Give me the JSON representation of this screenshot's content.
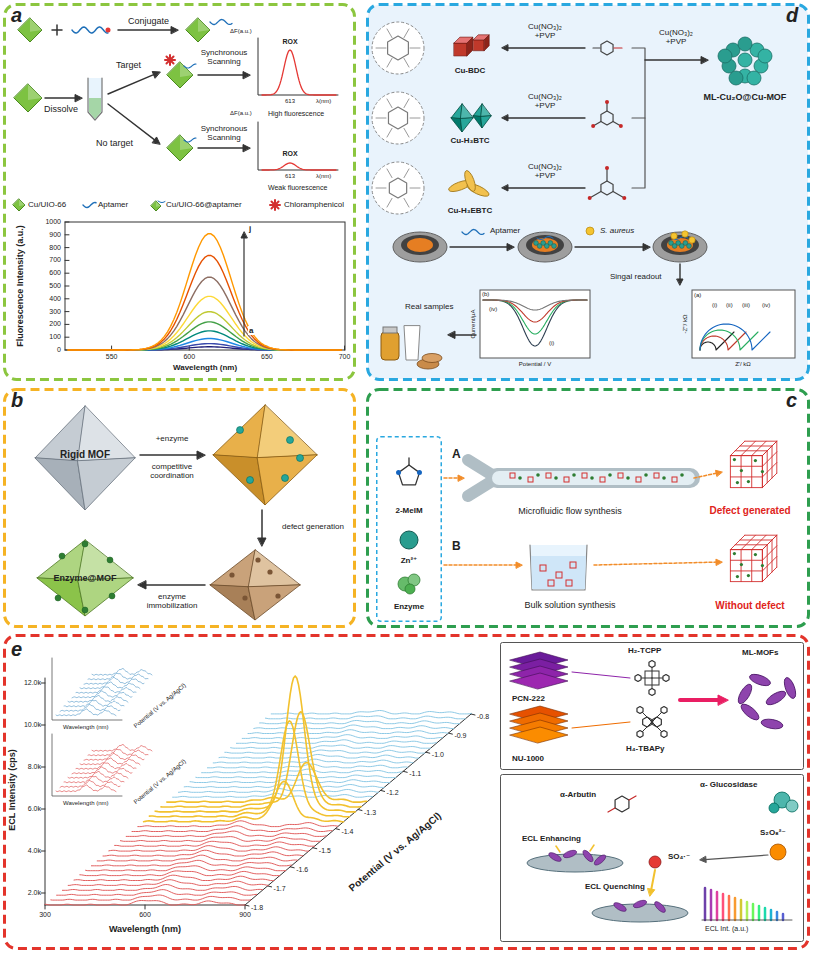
{
  "diagram": {
    "nodes": [
      {
        "text": [
          "a"
        ]
      },
      {
        "text": [
          "d"
        ]
      },
      {
        "text": [
          "b"
        ]
      },
      {
        "text": [
          "c"
        ]
      },
      {
        "text": [
          "2-MeIM",
          "Zn²⁺",
          "Enzyme"
        ],
        "in": 3
      },
      {
        "text": [
          "e"
        ]
      },
      {
        "text": [
          "PCN-222",
          "NU-1000",
          "H₂-TCPP",
          "H₄-TBAPy",
          "ML-MOFs"
        ],
        "in": 5
      },
      {
        "text": [
          "α-Arbutin",
          "α- Glucosidase",
          "ECL Enhancing",
          "ECL Quenching",
          "SO₄·⁻",
          "S₂O₈²⁻",
          "ECL Int. (a.u.)"
        ],
        "in": 5
      }
    ],
    "labels": [
      "Conjugate",
      "Dissolve",
      "Target",
      "No target",
      "Synchronous Scanning",
      "ΔF(a.u.)",
      "ROX",
      "613",
      "λ(nm)",
      "High fluorescence",
      "Synchronous Scanning",
      "ΔF(a.u.)",
      "ROX",
      "613",
      "λ(nm)",
      "Weak fluorescence",
      "Fluorescence Intensity (a.u.)",
      "0",
      "100",
      "200",
      "300",
      "400",
      "500",
      "600",
      "700",
      "800",
      "900",
      "1000",
      "550",
      "600",
      "650",
      "700",
      "Wavelength (nm)",
      "a",
      "j",
      "Cu(NO₃)₂ +PVP",
      "Cu-BDC",
      "Cu(NO₃)₂ +PVP",
      "Cu-H₃BTC",
      "Cu(NO₃)₂ +PVP",
      "Cu-H₃EBTC",
      "Cu(NO₃)₂ +PVP",
      "ML-Cu₂O@Cu-MOF",
      "Aptamer",
      "S. aureus",
      "Singal readout",
      "Real samples",
      "(b)",
      "Current/μA",
      "Potential / V",
      "(iv)",
      "(i)",
      "(a)",
      "-Z''/ kΩ",
      "Z'/ kΩ",
      "(i)",
      "(ii)",
      "(iii)",
      "(iv)",
      "Rigid MOF",
      "+enzyme",
      "competitive coordination",
      "defect generation",
      "enzyme immobilization",
      "Enzyme@MOF",
      "A",
      "Microfluidic flow synthesis",
      "Defect generated",
      "B",
      "Bulk solution synthesis",
      "Without defect",
      "ECL Intensity (cps)",
      "2.0k",
      "4.0k",
      "6.0k",
      "8.0k",
      "10.0k",
      "12.0k",
      "300",
      "600",
      "900",
      "Wavelength (nm)",
      "-1.8",
      "-1.7",
      "-1.6",
      "-1.5",
      "-1.4",
      "-1.3",
      "-1.2",
      "-1.1",
      "-1.0",
      "-0.9",
      "-0.8",
      "Potential (V vs. Ag/AgCl)",
      "Wavelength (nm)",
      "Potential (V vs. Ag/AgCl)",
      "Wavelength (nm)",
      "Potential (V vs. Ag/AgCl)"
    ],
    "legend": [
      {
        "text": "Cu/UIO-66"
      },
      {
        "text": "Aptamer"
      },
      {
        "text": "Cu/UIO-66@aptamer"
      },
      {
        "text": "Chloramphenicol"
      }
    ]
  }
}
